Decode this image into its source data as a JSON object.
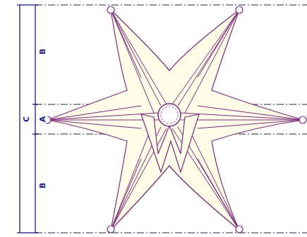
{
  "diagram": {
    "labels": [
      "C",
      "B",
      "A",
      "B"
    ]
  }
}
